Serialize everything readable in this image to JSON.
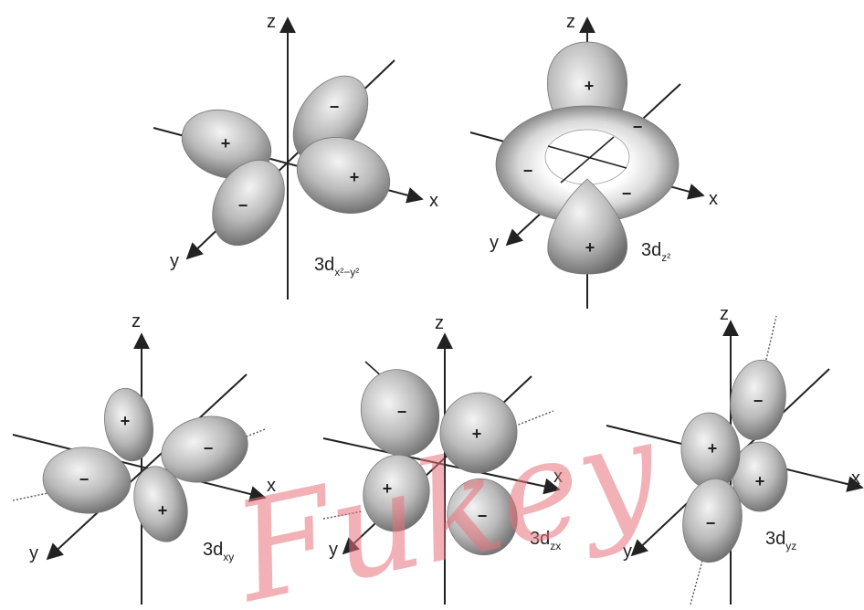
{
  "watermark": "Fukey",
  "signs": {
    "plus": "+",
    "minus": "−"
  },
  "orbitals": [
    {
      "id": "x2y2",
      "name": "3d",
      "subscript": "x²−y²",
      "axes": {
        "x": "x",
        "y": "y",
        "z": "z"
      }
    },
    {
      "id": "z2",
      "name": "3d",
      "subscript": "z²",
      "axes": {
        "x": "x",
        "y": "y",
        "z": "z"
      }
    },
    {
      "id": "xy",
      "name": "3d",
      "subscript": "xy",
      "axes": {
        "x": "x",
        "y": "y",
        "z": "z"
      }
    },
    {
      "id": "zx",
      "name": "3d",
      "subscript": "zx",
      "axes": {
        "x": "x",
        "y": "y",
        "z": "z"
      }
    },
    {
      "id": "yz",
      "name": "3d",
      "subscript": "yz",
      "axes": {
        "x": "x",
        "y": "y",
        "z": "z"
      }
    }
  ],
  "colors": {
    "lobe_light": "#f2f2f2",
    "lobe_mid": "#b8b8b8",
    "lobe_dark": "#6e6e6e",
    "axis": "#222222",
    "watermark": "#e8737c"
  }
}
